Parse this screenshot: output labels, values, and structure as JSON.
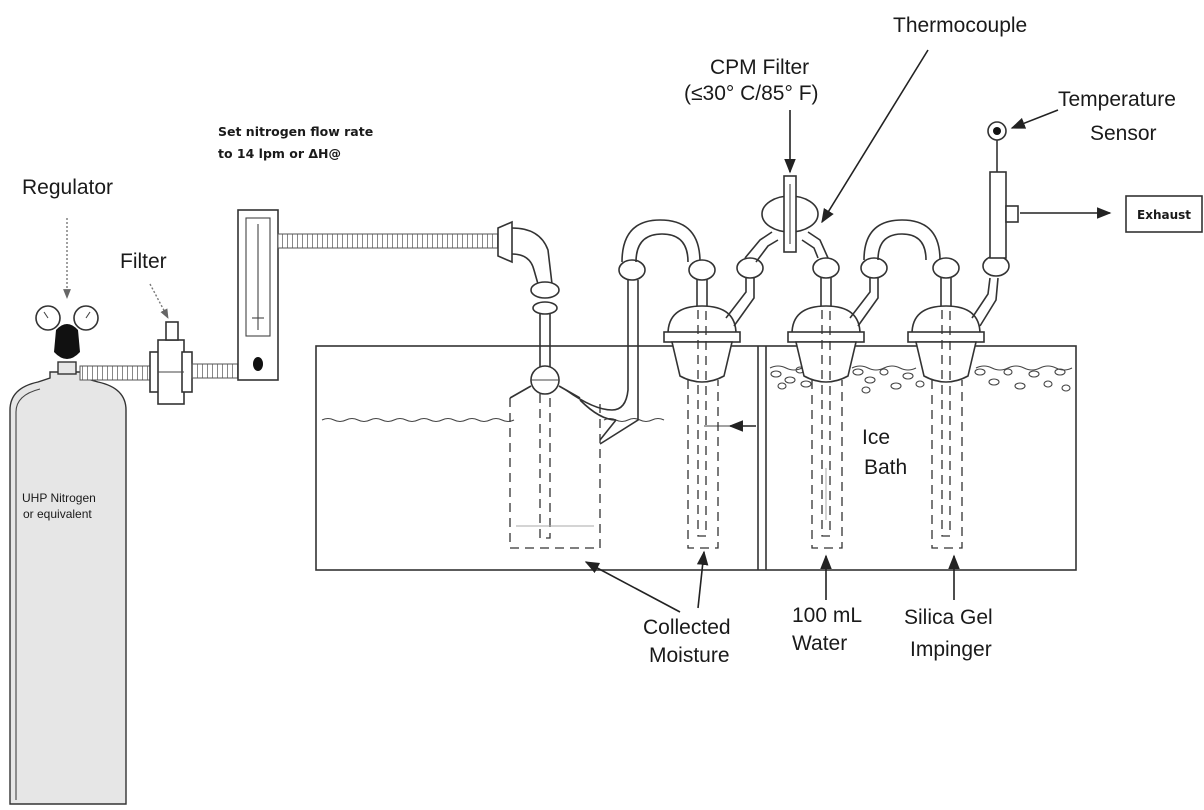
{
  "labels": {
    "thermocouple": "Thermocouple",
    "cpm_filter": "CPM Filter",
    "cpm_filter_temp": "(≤30° C/85° F)",
    "temperature": "Temperature",
    "sensor": "Sensor",
    "set_flow_line1": "Set nitrogen flow rate",
    "set_flow_line2": "to 14 lpm or ΔH@",
    "regulator": "Regulator",
    "filter": "Filter",
    "exhaust": "Exhaust",
    "cylinder_line1": "UHP Nitrogen",
    "cylinder_line2": "or equivalent",
    "ice": "Ice",
    "bath": "Bath",
    "collected": "Collected",
    "moisture": "Moisture",
    "water_volume": "100 mL",
    "water": "Water",
    "silica_gel": "Silica Gel",
    "impinger": "Impinger"
  }
}
